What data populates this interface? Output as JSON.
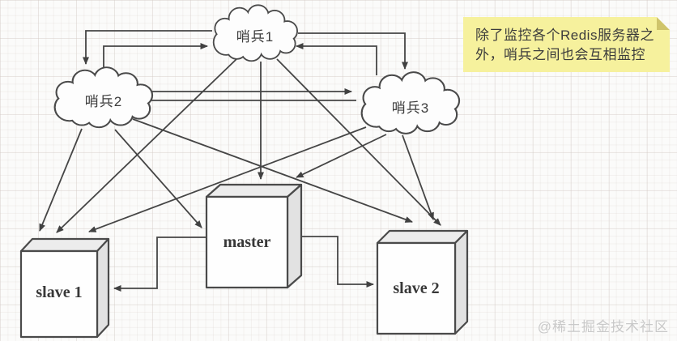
{
  "diagram": {
    "title_implied": "Redis sentinel monitoring topology",
    "nodes": {
      "sentinel1": {
        "label": "哨兵1",
        "shape": "cloud"
      },
      "sentinel2": {
        "label": "哨兵2",
        "shape": "cloud"
      },
      "sentinel3": {
        "label": "哨兵3",
        "shape": "cloud"
      },
      "master": {
        "label": "master",
        "shape": "box-3d"
      },
      "slave1": {
        "label": "slave 1",
        "shape": "box-3d"
      },
      "slave2": {
        "label": "slave 2",
        "shape": "box-3d"
      }
    },
    "edges": [
      {
        "from": "sentinel1",
        "to": "sentinel2",
        "style": "elbow"
      },
      {
        "from": "sentinel2",
        "to": "sentinel1",
        "style": "elbow"
      },
      {
        "from": "sentinel1",
        "to": "sentinel3",
        "style": "elbow"
      },
      {
        "from": "sentinel3",
        "to": "sentinel1",
        "style": "elbow"
      },
      {
        "from": "sentinel2",
        "to": "sentinel3",
        "style": "straight"
      },
      {
        "from": "sentinel3",
        "to": "sentinel2",
        "style": "straight"
      },
      {
        "from": "sentinel1",
        "to": "master",
        "style": "straight"
      },
      {
        "from": "sentinel1",
        "to": "slave1",
        "style": "straight"
      },
      {
        "from": "sentinel1",
        "to": "slave2",
        "style": "straight"
      },
      {
        "from": "sentinel2",
        "to": "master",
        "style": "straight"
      },
      {
        "from": "sentinel2",
        "to": "slave1",
        "style": "straight"
      },
      {
        "from": "sentinel2",
        "to": "slave2",
        "style": "straight"
      },
      {
        "from": "sentinel3",
        "to": "master",
        "style": "straight"
      },
      {
        "from": "sentinel3",
        "to": "slave1",
        "style": "straight"
      },
      {
        "from": "sentinel3",
        "to": "slave2",
        "style": "straight"
      },
      {
        "from": "master",
        "to": "slave1",
        "style": "elbow"
      },
      {
        "from": "master",
        "to": "slave2",
        "style": "elbow"
      }
    ]
  },
  "note": {
    "lines": [
      "除了监控各个Redis服务器之",
      "外，哨兵之间也会互相监控"
    ],
    "bg_color": "#f6f19d",
    "fold_color": "#cfc46b"
  },
  "watermark": {
    "text": "@稀土掘金技术社区"
  },
  "colors": {
    "line": "#454545",
    "cloud_fill": "#fdfdfd",
    "box_front": "#fefefe",
    "box_top": "#ececec",
    "box_side": "#e2e2e2",
    "text": "#3d3d3d"
  }
}
